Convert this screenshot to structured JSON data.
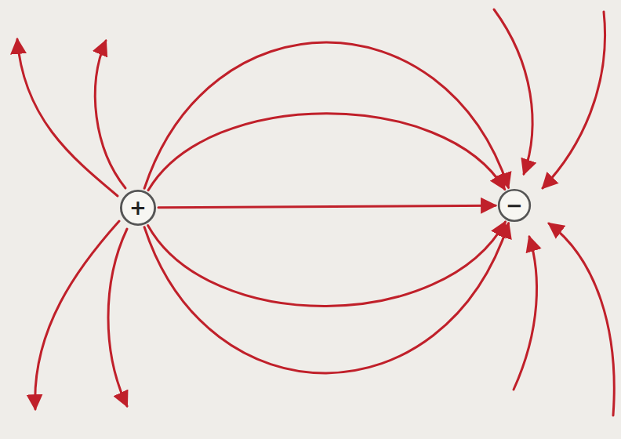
{
  "diagram": {
    "nodes": [
      {
        "text": [
          "+"
        ]
      },
      {
        "text": [
          "−"
        ]
      }
    ],
    "edges": [
      {
        "from": 0,
        "to": 1,
        "arrow": "to"
      },
      {
        "from": 0,
        "to": 1,
        "arrow": "to"
      },
      {
        "from": 0,
        "to": 1,
        "arrow": "to"
      },
      {
        "from": 0,
        "to": 1,
        "arrow": "to"
      },
      {
        "from": 0,
        "to": 1,
        "arrow": "to"
      }
    ]
  }
}
